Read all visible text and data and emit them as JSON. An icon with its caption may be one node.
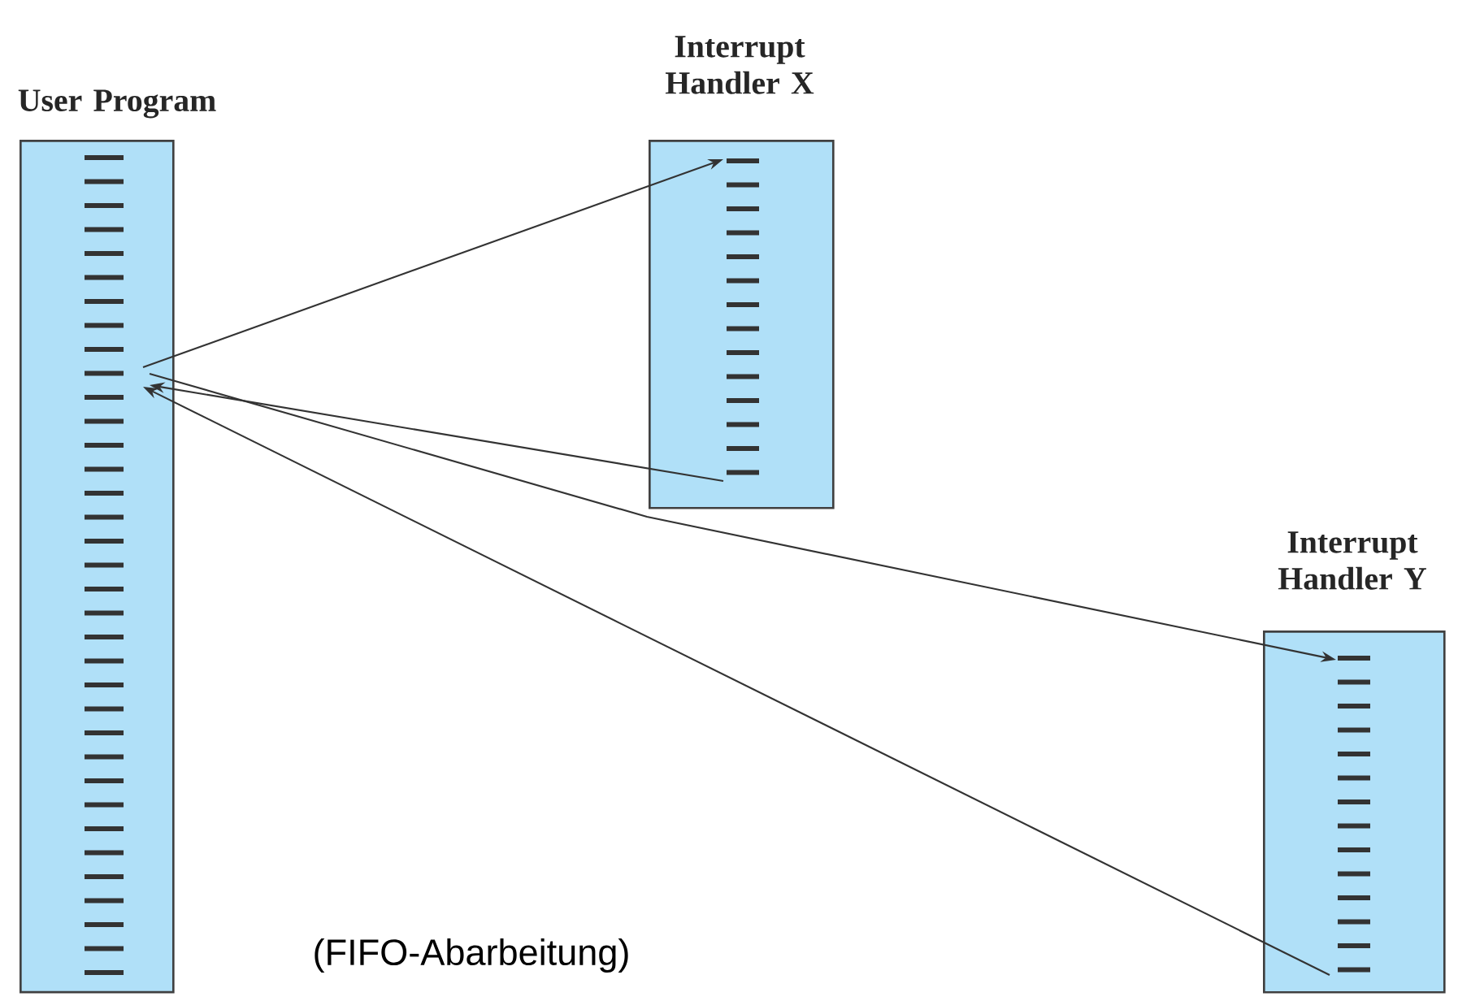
{
  "diagram": {
    "nodes": [
      {
        "text": [
          "User Program"
        ]
      },
      {
        "text": [
          "Interrupt Handler X"
        ]
      },
      {
        "text": [
          "Interrupt Handler Y"
        ]
      }
    ],
    "edges": [
      {
        "from": 0,
        "to": 1,
        "arrow": "to"
      },
      {
        "from": 1,
        "to": 0,
        "arrow": "to"
      },
      {
        "from": 0,
        "to": 2,
        "arrow": "to"
      },
      {
        "from": 2,
        "to": 0,
        "arrow": "to"
      }
    ],
    "labels": [
      "(FIFO-Abarbeitung)"
    ]
  }
}
